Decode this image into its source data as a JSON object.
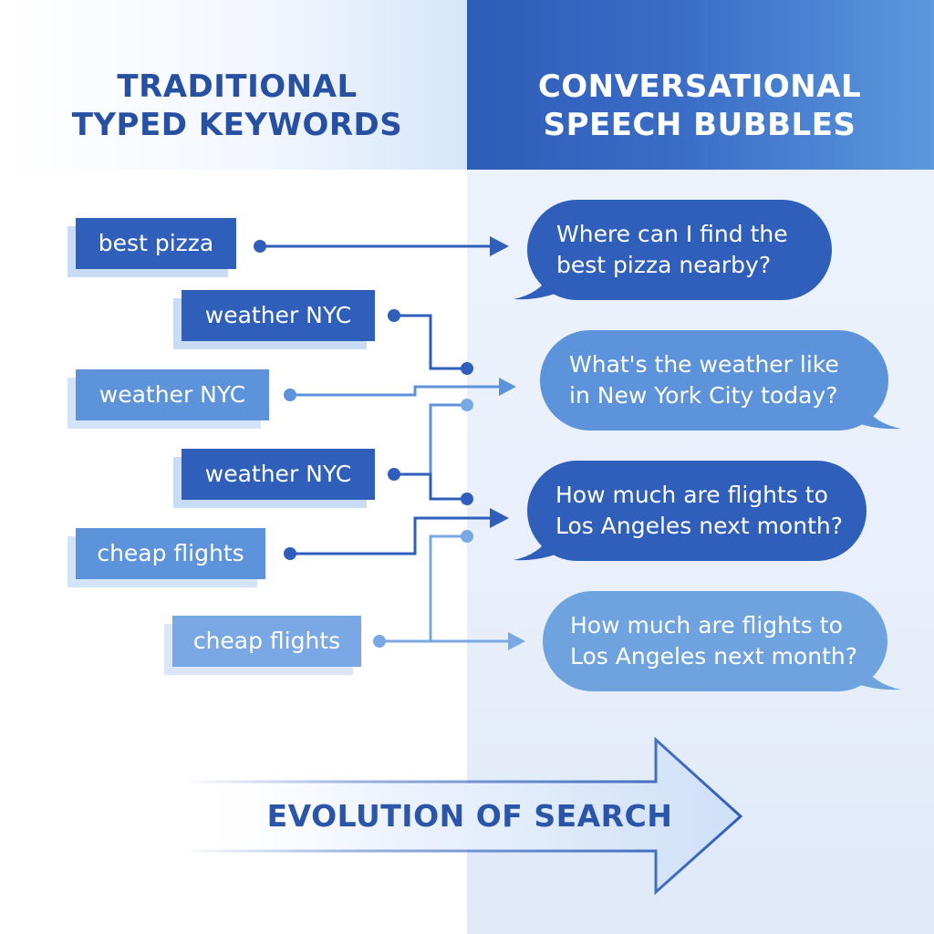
{
  "headers": {
    "left": "TRADITIONAL\nTYPED KEYWORDS",
    "right": "CONVERSATIONAL\nSPEECH BUBBLES"
  },
  "keywords": [
    {
      "label": "best pizza"
    },
    {
      "label": "weather NYC"
    },
    {
      "label": "weather NYC"
    },
    {
      "label": "weather NYC"
    },
    {
      "label": "cheap flights"
    },
    {
      "label": "cheap flights"
    }
  ],
  "bubbles": [
    {
      "text": "Where can I find the\nbest pizza nearby?"
    },
    {
      "text": "What's the weather like\nin New York City today?"
    },
    {
      "text": "How much are flights to\nLos Angeles next month?"
    },
    {
      "text": "How much are flights to\nLos Angeles next month?"
    }
  ],
  "banner": {
    "label": "EVOLUTION OF SEARCH"
  },
  "colors": {
    "dark_blue": "#2f5fba",
    "mid_blue": "#5c93da",
    "pale_blue": "#79a8e4",
    "title_blue": "#2750a3"
  }
}
